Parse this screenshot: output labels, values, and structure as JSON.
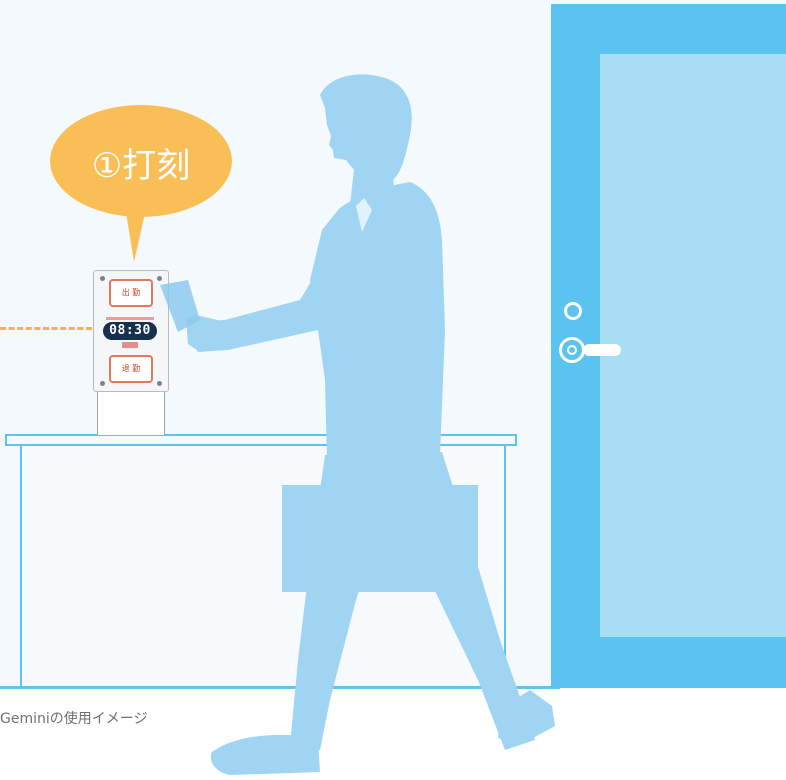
{
  "callout": {
    "text": "①打刻"
  },
  "device": {
    "reader_top_label": "出 勤",
    "reader_bottom_label": "退 勤",
    "clock_time": "08:30"
  },
  "caption": {
    "text": "Geminiの使用イメージ"
  },
  "colors": {
    "door": "#5bc3f0",
    "door_panel": "#a9ddf5",
    "person": "#9fd4f3",
    "callout": "#f9be56",
    "dash": "#f7b24e",
    "desk_outline": "#5ec3ef"
  }
}
